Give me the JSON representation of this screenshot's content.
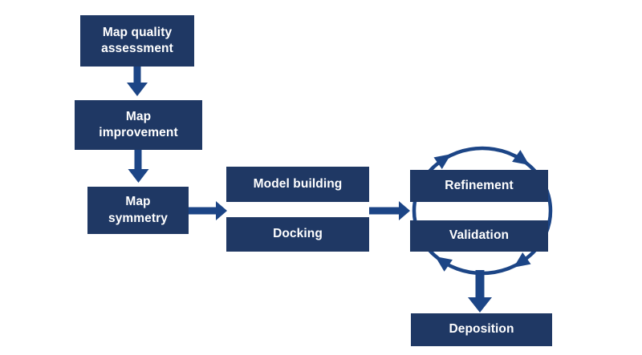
{
  "colors": {
    "background": "#FFFFFF",
    "box_fill": "#1F3864",
    "box_text": "#FFFFFF",
    "arrow": "#1C4586"
  },
  "flowchart": {
    "nodes": {
      "map_quality": {
        "label": "Map quality\nassessment"
      },
      "map_improvement": {
        "label": "Map\nimprovement"
      },
      "map_symmetry": {
        "label": "Map\nsymmetry"
      },
      "model_building": {
        "label": "Model building"
      },
      "docking": {
        "label": "Docking"
      },
      "refinement": {
        "label": "Refinement"
      },
      "validation": {
        "label": "Validation"
      },
      "deposition": {
        "label": "Deposition"
      }
    },
    "edges": [
      {
        "from": "Map quality assessment",
        "to": "Map improvement",
        "type": "arrow-down"
      },
      {
        "from": "Map improvement",
        "to": "Map symmetry",
        "type": "arrow-down"
      },
      {
        "from": "Map symmetry",
        "to": "Model building / Docking",
        "type": "arrow-right"
      },
      {
        "from": "Model building / Docking",
        "to": "Refinement / Validation",
        "type": "arrow-right"
      },
      {
        "from": "Refinement",
        "to": "Validation",
        "type": "cycle-clockwise"
      },
      {
        "from": "Refinement / Validation",
        "to": "Deposition",
        "type": "arrow-down"
      }
    ]
  }
}
